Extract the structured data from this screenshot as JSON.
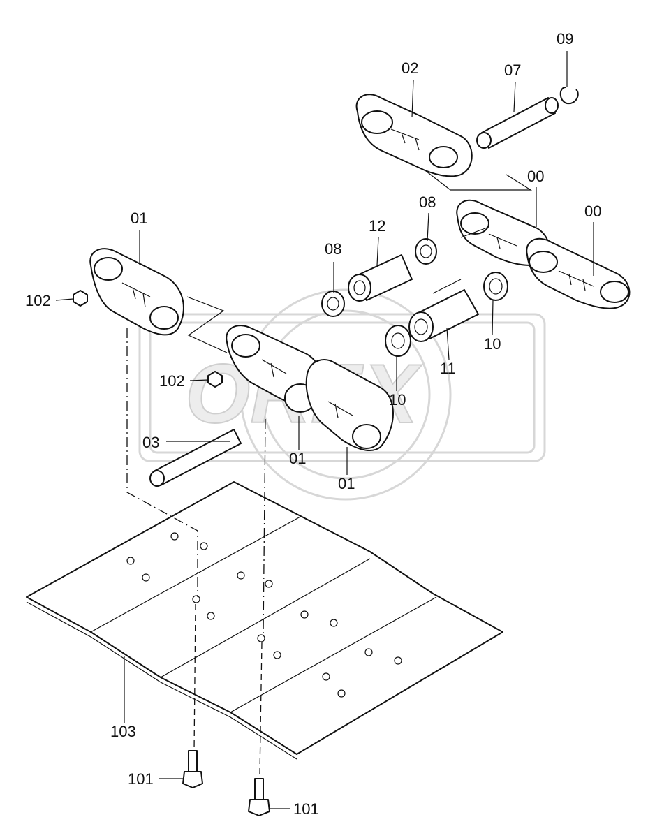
{
  "watermark": {
    "text": "ORFX"
  },
  "labels": {
    "l02": "02",
    "l07": "07",
    "l09": "09",
    "l00a": "00",
    "l00b": "00",
    "l01_top": "01",
    "l08a": "08",
    "l12": "12",
    "l08b": "08",
    "l102a": "102",
    "l10a": "10",
    "l10b": "10",
    "l11": "11",
    "l102b": "102",
    "l03": "03",
    "l01_mid": "01",
    "l01_low": "01",
    "l103": "103",
    "l101a": "101",
    "l101b": "101"
  }
}
